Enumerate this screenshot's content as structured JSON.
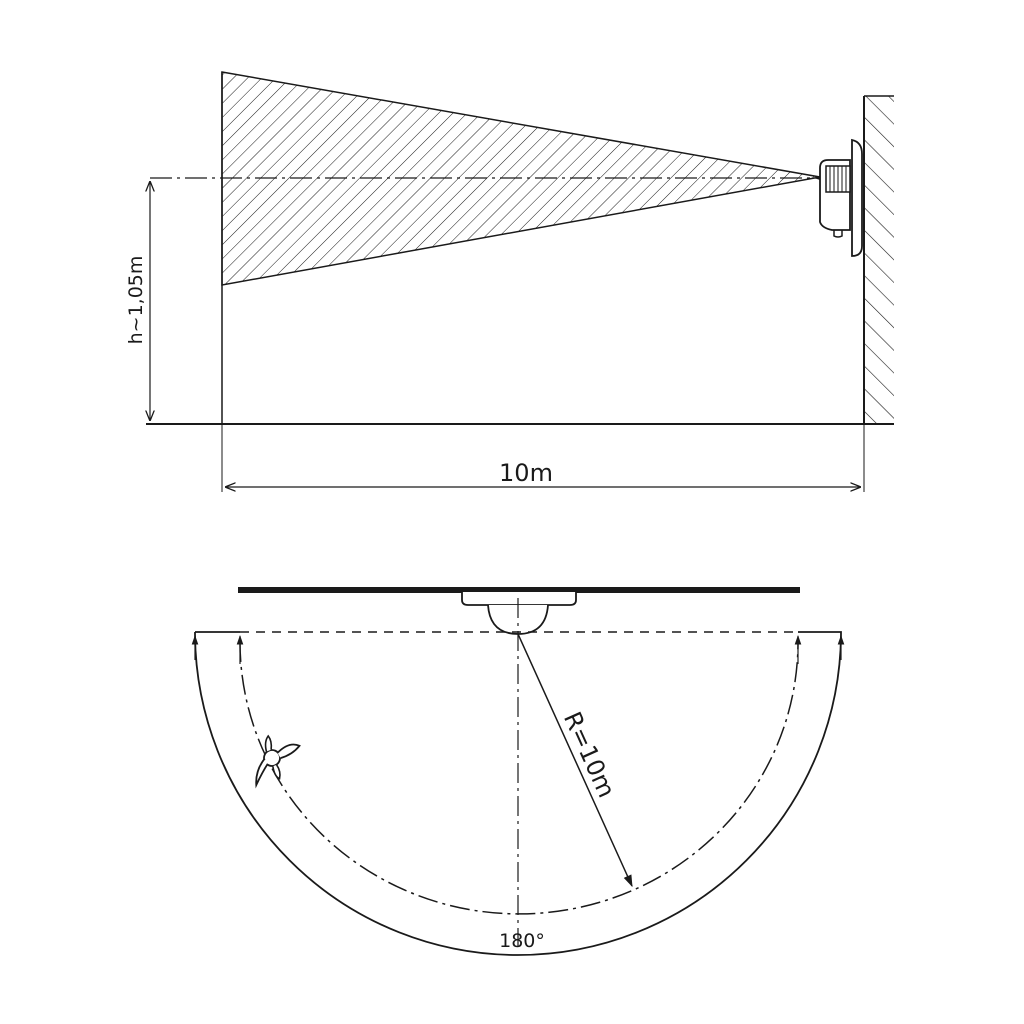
{
  "side_view": {
    "height_label": "h~1,05m",
    "distance_label": "10m"
  },
  "top_view": {
    "radius_label": "R=10m",
    "angle_label": "180°"
  },
  "colors": {
    "line": "#1a1a1a",
    "background": "#ffffff"
  }
}
